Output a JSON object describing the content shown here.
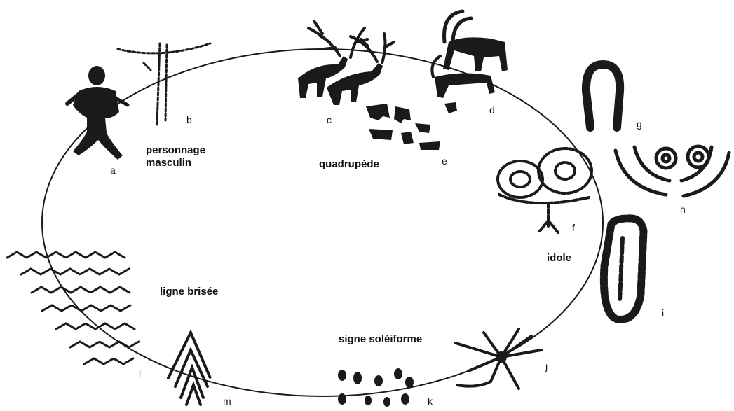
{
  "figure": {
    "categories": {
      "personnage_line1": "personnage",
      "personnage_line2": "masculin",
      "quadrupede": "quadrupède",
      "idole": "idole",
      "ligne_brisee": "ligne brisée",
      "signe_soleiforme": "signe soléiforme"
    },
    "motif_letters": {
      "a": "a",
      "b": "b",
      "c": "c",
      "d": "d",
      "e": "e",
      "f": "f",
      "g": "g",
      "h": "h",
      "i": "i",
      "j": "j",
      "k": "k",
      "l": "l",
      "m": "m"
    },
    "colors": {
      "ink": "#1a1a1a",
      "background": "#ffffff"
    }
  }
}
